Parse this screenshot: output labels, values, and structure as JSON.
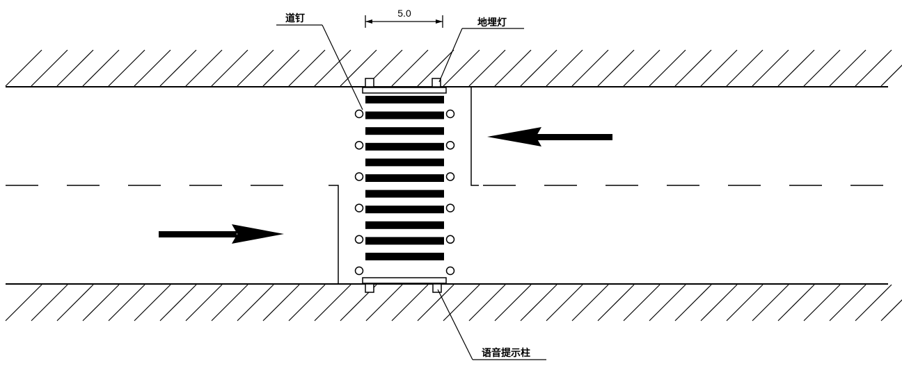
{
  "labels": {
    "road_stud": "道钉",
    "ground_light": "地埋灯",
    "voice_post": "语音提示柱",
    "width_dimension": "5.0"
  },
  "colors": {
    "ink": "#000000",
    "background": "#ffffff"
  },
  "crosswalk": {
    "stripe_count": 11,
    "road_studs_per_side": 6
  },
  "arrows": {
    "upper_lane_direction": "left",
    "lower_lane_direction": "right"
  }
}
